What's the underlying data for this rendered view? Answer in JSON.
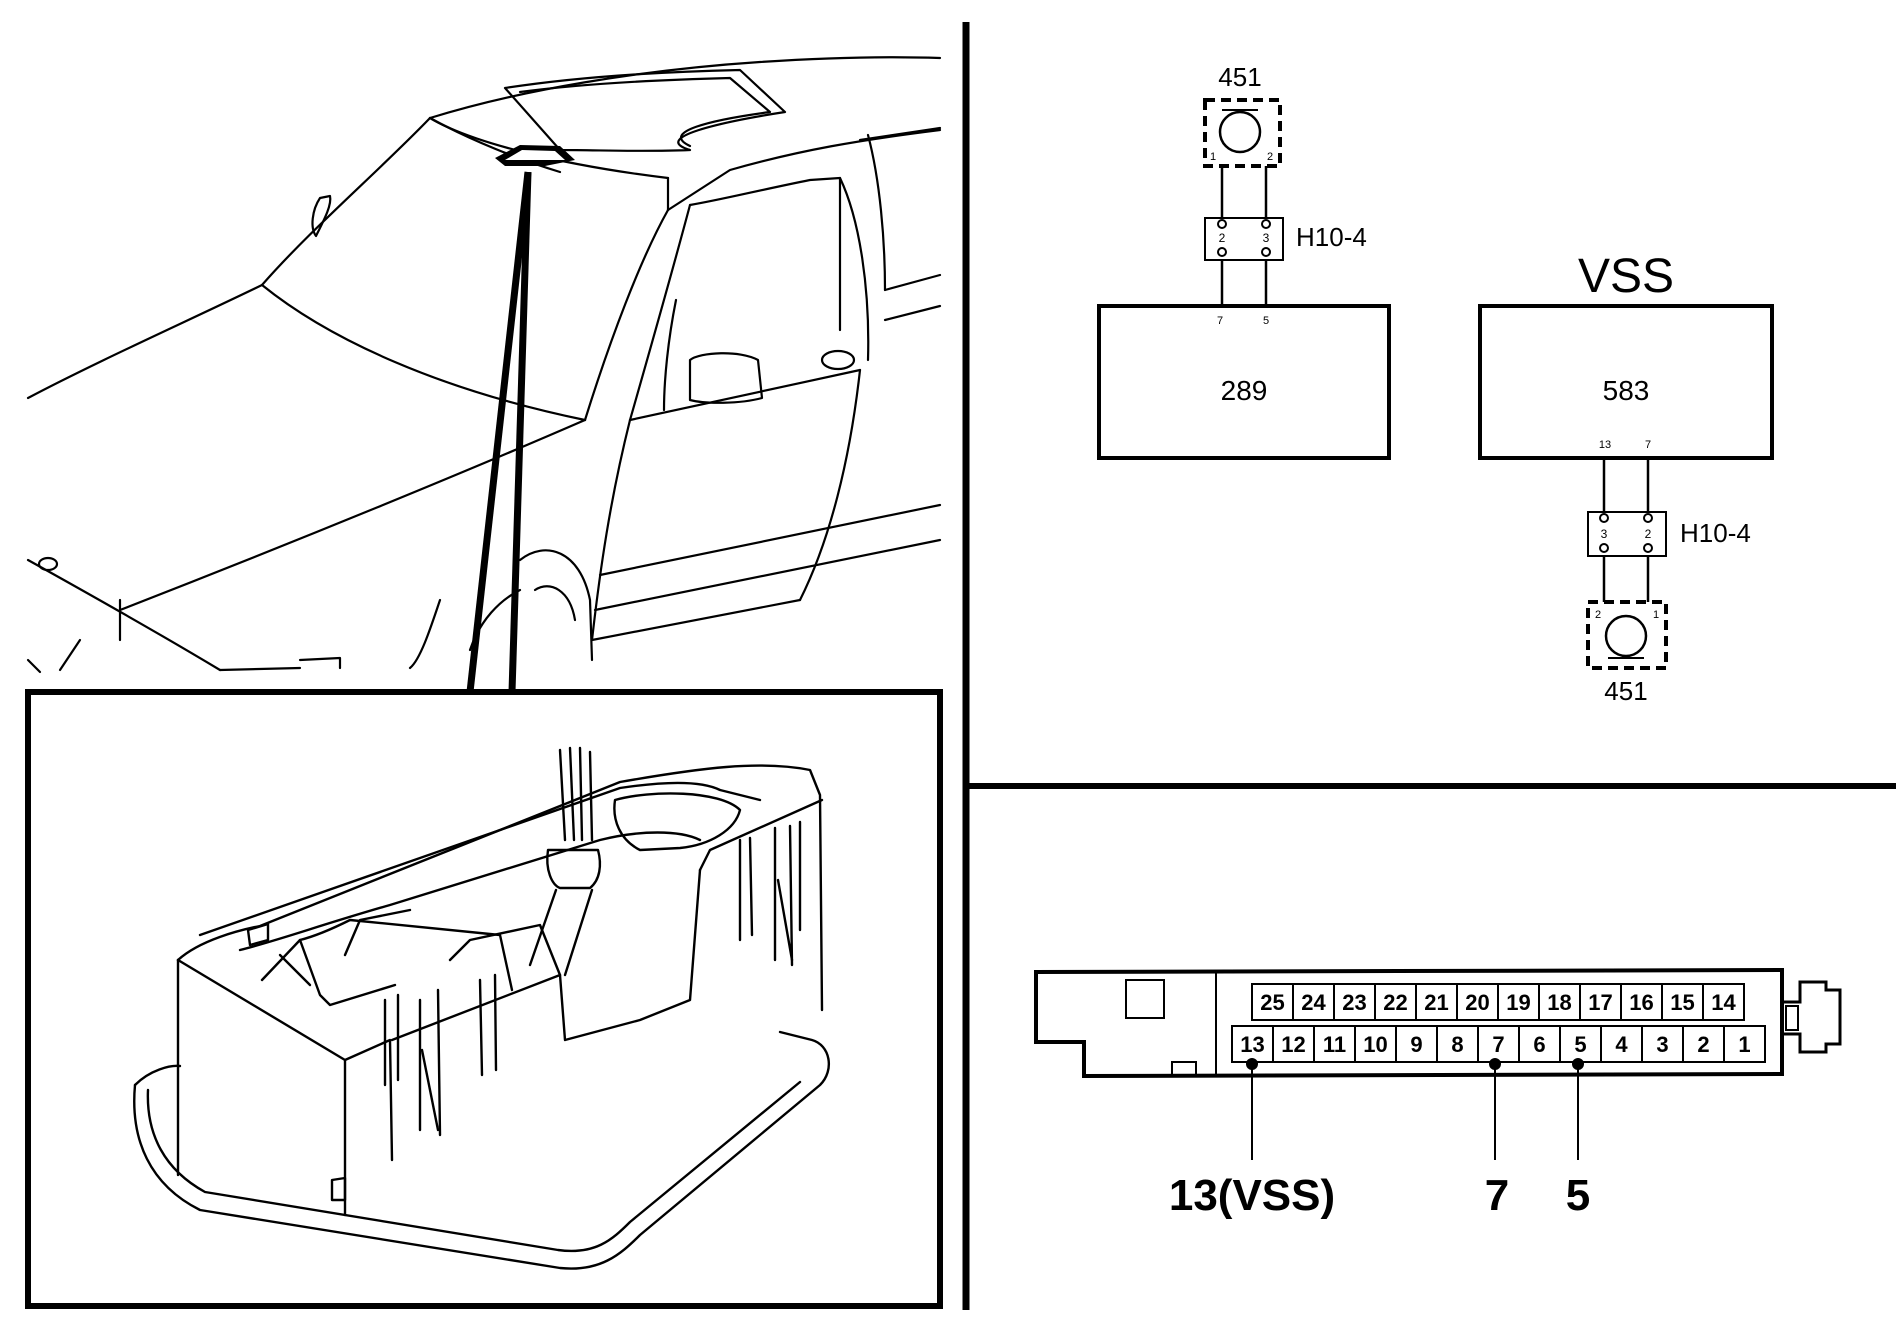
{
  "wiring_left": {
    "component_top": "451",
    "connector_label": "H10-4",
    "component_top_pins": [
      "1",
      "2"
    ],
    "connector_pins": [
      "2",
      "3"
    ],
    "module_pins": [
      "7",
      "5"
    ],
    "module_label": "289"
  },
  "wiring_right": {
    "title": "VSS",
    "module_label": "583",
    "module_pins": [
      "13",
      "7"
    ],
    "connector_label": "H10-4",
    "connector_pins": [
      "3",
      "2"
    ],
    "component_pins": [
      "2",
      "1"
    ],
    "component_bottom": "451"
  },
  "connector_block": {
    "top_row": [
      "25",
      "24",
      "23",
      "22",
      "21",
      "20",
      "19",
      "18",
      "17",
      "16",
      "15",
      "14"
    ],
    "bottom_row": [
      "13",
      "12",
      "11",
      "10",
      "9",
      "8",
      "7",
      "6",
      "5",
      "4",
      "3",
      "2",
      "1"
    ],
    "callouts": [
      "13(VSS)",
      "7",
      "5"
    ]
  }
}
